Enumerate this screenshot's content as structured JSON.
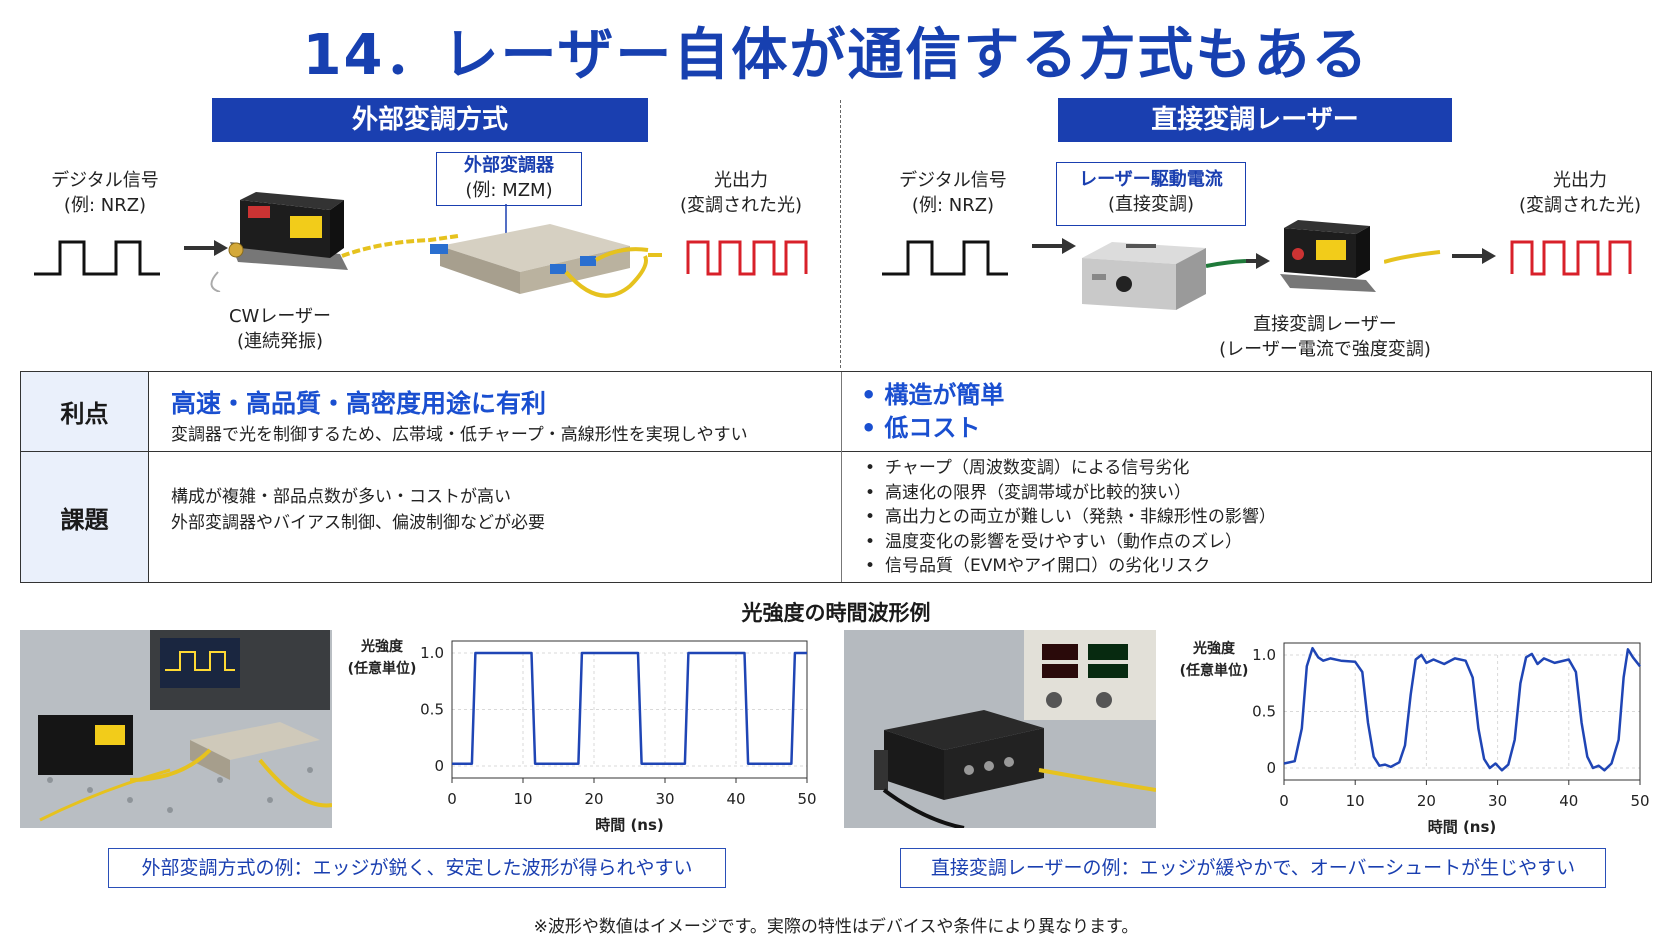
{
  "title": "14．レーザー自体が通信する方式もある",
  "left": {
    "heading": "外部変調方式",
    "input": {
      "line1": "デジタル信号",
      "line2": "(例: NRZ)"
    },
    "laser": {
      "line1": "CWレーザー",
      "line2": "(連続発振)"
    },
    "modulator": {
      "line1": "外部変調器",
      "line2": "(例: MZM)"
    },
    "output": {
      "line1": "光出力",
      "line2": "(変調された光)"
    }
  },
  "right": {
    "heading": "直接変調レーザー",
    "input": {
      "line1": "デジタル信号",
      "line2": "(例: NRZ)"
    },
    "driver": {
      "line1": "レーザー駆動電流",
      "line2": "(直接変調)"
    },
    "laser": {
      "line1": "直接変調レーザー",
      "line2": "(レーザー電流で強度変調)"
    },
    "output": {
      "line1": "光出力",
      "line2": "(変調された光)"
    }
  },
  "table": {
    "row1_head": "利点",
    "row2_head": "課題",
    "adv_left_title": "高速・高品質・高密度用途に有利",
    "adv_left_text": "変調器で光を制御するため、広帯域・低チャープ・高線形性を実現しやすい",
    "adv_right": [
      "構造が簡単",
      "低コスト"
    ],
    "issue_left_line1": "構成が複雑・部品点数が多い・コストが高い",
    "issue_left_line2": "外部変調器やバイアス制御、偏波制御などが必要",
    "issue_right": [
      "チャープ（周波数変調）による信号劣化",
      "高速化の限界（変調帯域が比較的狭い）",
      "高出力との両立が難しい（発熱・非線形性の影響）",
      "温度変化の影響を受けやすい（動作点のズレ）",
      "信号品質（EVMやアイ開口）の劣化リスク"
    ]
  },
  "waveforms_title": "光強度の時間波形例",
  "chart_data": [
    {
      "type": "line",
      "ylabel": "光強度\n(任意単位)",
      "xlabel": "時間 (ns)",
      "xlim": [
        0,
        50
      ],
      "ylim": [
        0,
        1.0
      ],
      "xticks": [
        0,
        10,
        20,
        30,
        40,
        50
      ],
      "yticks": [
        0,
        0.5,
        1.0
      ],
      "ytick_labels": [
        "0",
        "0.5",
        "1.0"
      ],
      "grid": true,
      "color": "#1f45b5",
      "series": [
        {
          "x": [
            0,
            2.8,
            3.3,
            11.2,
            11.7,
            17.8,
            18.3,
            26.2,
            26.7,
            32.8,
            33.3,
            41.2,
            41.7,
            47.8,
            48.3,
            50
          ],
          "values": [
            0.02,
            0.02,
            1.0,
            1.0,
            0.02,
            0.02,
            1.0,
            1.0,
            0.02,
            0.02,
            1.0,
            1.0,
            0.02,
            0.02,
            1.0,
            1.0
          ]
        }
      ]
    },
    {
      "type": "line",
      "ylabel": "光強度\n(任意単位)",
      "xlabel": "時間 (ns)",
      "xlim": [
        0,
        50
      ],
      "ylim": [
        0,
        1.0
      ],
      "xticks": [
        0,
        10,
        20,
        30,
        40,
        50
      ],
      "yticks": [
        0,
        0.5,
        1.0
      ],
      "ytick_labels": [
        "0",
        "0.5",
        "1.0"
      ],
      "grid": true,
      "color": "#1f45b5",
      "series": [
        {
          "x": [
            0,
            1.5,
            2.5,
            3.2,
            4.0,
            4.8,
            5.5,
            6.5,
            8.0,
            10.0,
            11.0,
            11.8,
            12.6,
            13.4,
            14.2,
            15.0,
            16.2,
            17.0,
            17.8,
            18.5,
            19.3,
            20.0,
            21.0,
            22.5,
            24.0,
            25.5,
            26.5,
            27.3,
            28.1,
            28.9,
            29.7,
            30.6,
            31.5,
            32.4,
            33.2,
            34.0,
            34.8,
            35.6,
            36.5,
            38.0,
            40.0,
            41.0,
            41.8,
            42.6,
            43.4,
            44.2,
            45.0,
            46.0,
            47.0,
            47.7,
            48.3,
            49.0,
            50.0
          ],
          "values": [
            0.04,
            0.06,
            0.35,
            0.9,
            1.06,
            0.98,
            0.95,
            0.97,
            0.95,
            0.94,
            0.85,
            0.4,
            0.1,
            0.02,
            0.03,
            0.01,
            0.05,
            0.2,
            0.65,
            0.96,
            1.0,
            0.93,
            0.96,
            0.92,
            0.97,
            0.95,
            0.8,
            0.35,
            0.08,
            0.0,
            0.04,
            -0.02,
            0.03,
            0.25,
            0.75,
            0.98,
            1.01,
            0.92,
            0.97,
            0.93,
            0.96,
            0.85,
            0.4,
            0.1,
            0.0,
            0.02,
            -0.02,
            0.04,
            0.25,
            0.8,
            1.05,
            0.98,
            0.9
          ]
        }
      ]
    }
  ],
  "left_caption": "外部変調方式の例：エッジが鋭く、安定した波形が得られやすい",
  "right_caption": "直接変調レーザーの例：エッジが緩やかで、オーバーシュートが生じやすい",
  "footnote": "※波形や数値はイメージです。実際の特性はデバイスや条件により異なります。",
  "colors": {
    "brand_blue": "#1a3fb0",
    "signal_red": "#d8202a",
    "wave_blue": "#1f45b5"
  }
}
